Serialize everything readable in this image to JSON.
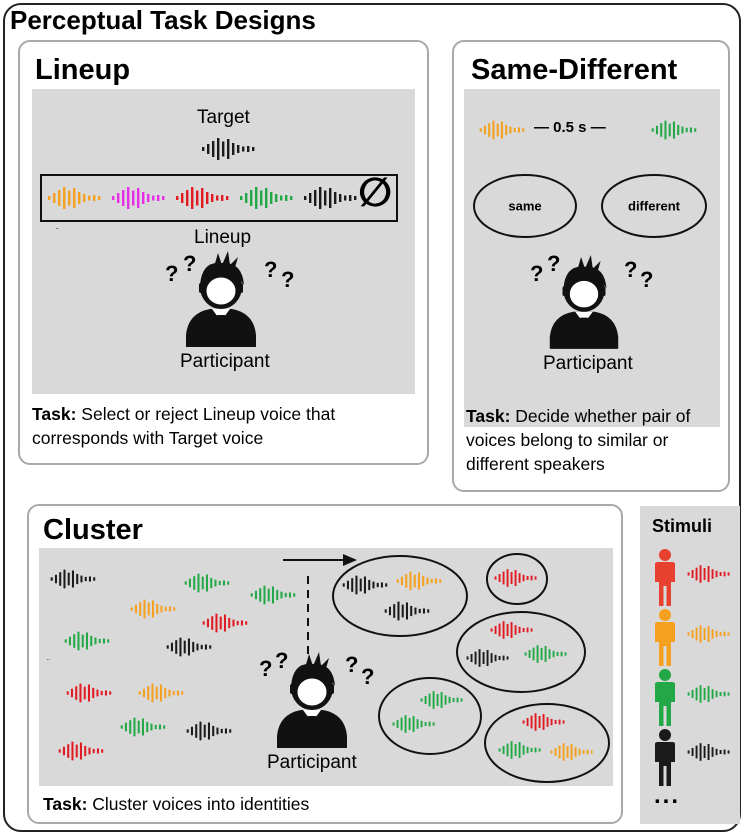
{
  "title": "Perceptual Task Designs",
  "colors": {
    "black": "#1a1a1a",
    "orange": "#f5a01e",
    "magenta": "#e62ee6",
    "red": "#e21b23",
    "green": "#22a846",
    "panel_gray": "#d9d9d9",
    "border_gray": "#a9a9a9",
    "stim_red": "#e8412f"
  },
  "lineup": {
    "title": "Lineup",
    "target_label": "Target",
    "lineup_label": "Lineup",
    "reject_symbol": "∅",
    "participant_label": "Participant",
    "task_label": "Task:",
    "task_text": " Select or reject Lineup voice that corresponds with Target voice"
  },
  "same_different": {
    "title": "Same-Different",
    "interval_label": "— 0.5 s —",
    "option_same": "same",
    "option_different": "different",
    "participant_label": "Participant",
    "task_label": "Task:",
    "task_text": " Decide whether pair of voices belong to similar or different speakers"
  },
  "cluster": {
    "title": "Cluster",
    "participant_label": "Participant",
    "task_label": "Task:",
    "task_text": " Cluster voices into identities"
  },
  "stimuli": {
    "title": "Stimuli",
    "ellipsis": "...",
    "items": [
      {
        "figure_color": "stim_red",
        "wave_color": "red"
      },
      {
        "figure_color": "orange",
        "wave_color": "orange"
      },
      {
        "figure_color": "green",
        "wave_color": "green"
      },
      {
        "figure_color": "black",
        "wave_color": "black"
      }
    ]
  },
  "question_mark": "?",
  "stray_mark": "¨"
}
